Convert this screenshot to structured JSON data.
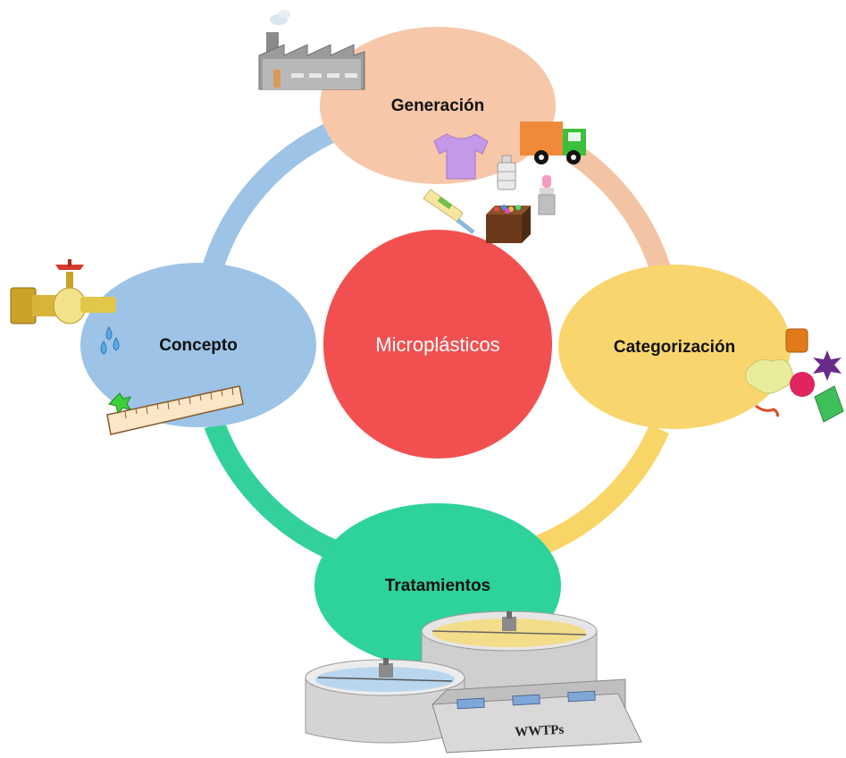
{
  "diagram": {
    "center": {
      "label": "Microplásticos",
      "color": "#f25050"
    },
    "stages": [
      {
        "id": "generacion",
        "label": "Generación",
        "color": "#f6c7a8"
      },
      {
        "id": "categorizacion",
        "label": "Categorización",
        "color": "#f9d56e"
      },
      {
        "id": "tratamientos",
        "label": "Tratamientos",
        "color": "#2ed39a"
      },
      {
        "id": "concepto",
        "label": "Concepto",
        "color": "#9dc3e6"
      }
    ],
    "ring_colors": {
      "top_left": "#9dc3e6",
      "top_right": "#f3c4a3",
      "bottom_right": "#f8d567",
      "bottom_left": "#33d19a"
    },
    "plant_sign": "WWTPs",
    "icons": [
      "factory-icon",
      "tshirt-icon",
      "truck-icon",
      "bottle-icon",
      "lipstick-icon",
      "toothpaste-icon",
      "box-icon",
      "faucet-icon",
      "water-drops-icon",
      "ruler-icon",
      "microplastic-particles-icon",
      "treatment-plant-icon"
    ]
  }
}
